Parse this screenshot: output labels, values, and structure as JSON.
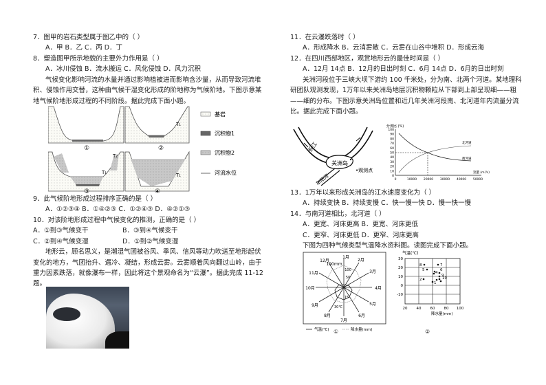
{
  "left": {
    "q7": {
      "stem": "7．图甲的岩石类型属于图乙中的（  ）",
      "options": "A．甲  B．乙  C．丙  D．丁"
    },
    "q8": {
      "stem": "8．塑造图甲所示地貌的主要外力作用是（  ）",
      "options": "A．冰川侵蚀    B．流水搬运    C．风化侵蚀    D．风力沉积"
    },
    "passage1": [
      "气候变化影响河流的水量并通过影响植被进而影响含沙量，从而导致河流堆",
      "积、侵蚀作用交替，这种由气候干湿变化形成的阶地称为气候阶地。下图示意某",
      "地气候阶地形成过程的不同阶段。据此完成下面小题。"
    ],
    "figure1": {
      "panels": [
        "①",
        "②",
        "③",
        "④"
      ],
      "terrace_labels": [
        "T1",
        "T1",
        "T2",
        "T1"
      ],
      "legend": [
        "基岩",
        "沉积物1",
        "沉积物2",
        "河流水位"
      ]
    },
    "q9": {
      "stem": "9．此气候阶地形成过程排序正确的是（  ）",
      "options": "A．①②③④ B．①④②③ C．①②④③ D．④②①③"
    },
    "q10": {
      "stem": "10．对该阶地形成过程中气候变化的推测，正确的是（  ）",
      "optA": "A．①到③气候变干",
      "optB": "B．③到④气候变干",
      "optC": "C．②到④气候变湿",
      "optD": "D．①到②气候变湿"
    },
    "passage2": [
      "地形云，顾名思义，是潮湿气团被谷风、季风、信风等动力吹送至地形起伏",
      "变化的地方，气团抬升、遇冷、凝结，形成云雾。云雾顺着风向翻过山岭，由于",
      "重力因素跌落，就像瀑布一样，因此将这个景观命名为“云瀑”。据此完成 11-12",
      "题。"
    ]
  },
  "right": {
    "q11": {
      "stem": "11．在云瀑跌落时（  ）",
      "options": "A．形成降水   B．云消雾散    C．云雾在山谷中堆积   D．形成云海"
    },
    "q12": {
      "stem": "12．在四川西部地区，观赏地形云的最佳时间是（  ）",
      "options": "A．12月 14点 B．12月的日出时刻    C．6月 14点   D．6月的日出时刻"
    },
    "passage3": [
      "关洲河段位于三峡大坝下游约 100 千米处，分为南、北两个河道。某地理科",
      "研团队观测发现，1万年以来关洲岛地层沉积物颗粒从下部到上部呈现细——粗",
      "——细的分布。下图示意关洲岛位置和近几年关洲河段南、北河道年内流量分流",
      "比。据此完成下面小题。"
    ],
    "map": {
      "river": "长江",
      "island": "关洲岛",
      "tributary": "车阳河",
      "legend": "•观测点"
    },
    "flow_chart": {
      "ylabel": "分流比 (%)",
      "xlabel": "流量 (m³/s)",
      "north": "北河道",
      "south": "南河道",
      "yticks": [
        "100",
        "90",
        "80",
        "70",
        "60",
        "50",
        "40",
        "30",
        "20",
        "10",
        "0"
      ],
      "xticks": [
        "0",
        "10000",
        "20000",
        "30000",
        "40000",
        "50000"
      ]
    },
    "q13": {
      "stem": "13．1万年以来形成关洲岛的江水速度变化为（  ）",
      "options": "A．持续变快   B．持续变慢    C．快一慢一快 D．慢一快一慢"
    },
    "q14": {
      "stem": "14．与南河道相比，北河道（  ）",
      "optAB": "A．更宽、河床更高     B．更宽、河床更低",
      "optCD": "C．更窄、河床更低     D．更窄、河床更高"
    },
    "intro": "下图为四种气候类型气温降水资料图。读图完成下面小题。",
    "fig_radar": {
      "months": [
        "1月",
        "2月",
        "3月",
        "4月",
        "5月",
        "6月",
        "7月",
        "8月",
        "9月",
        "10月",
        "11月",
        "12月"
      ],
      "labels": [
        "190mm",
        "100",
        "50",
        "15",
        "30℃"
      ],
      "legend_temp": "气温(℃)",
      "legend_precip": "降水量(mm)",
      "caption": "①"
    },
    "fig_scatter": {
      "ylabel": "气温(℃)",
      "xlabel": "降水量(mm)",
      "yticks": [
        "30",
        "20",
        "10",
        "0",
        "-10"
      ],
      "xticks": [
        "20",
        "40",
        "60",
        "80",
        "100"
      ],
      "points": [
        "8",
        "7",
        "5",
        "4",
        "6",
        "2",
        "1",
        "9",
        "10"
      ],
      "caption": "②"
    }
  }
}
